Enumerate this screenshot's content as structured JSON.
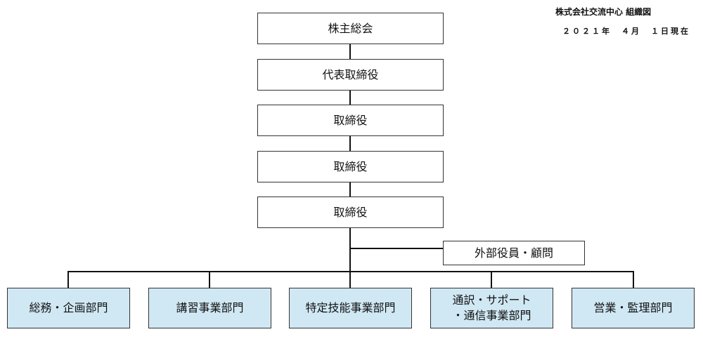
{
  "header": {
    "title": "株式会社交流中心 組織図",
    "date": "２０２１年　４月　１日現在"
  },
  "chain": [
    "株主総会",
    "代表取締役",
    "取締役",
    "取締役",
    "取締役"
  ],
  "advisor": "外部役員・顧問",
  "departments": [
    {
      "line1": "総務・企画部門"
    },
    {
      "line1": "講習事業部門"
    },
    {
      "line1": "特定技能事業部門"
    },
    {
      "line1": "通訳・サポート",
      "line2": "・通信事業部門"
    },
    {
      "line1": "営業・監理部門"
    }
  ],
  "colors": {
    "department_fill": "#d0e8f4",
    "line": "#111111"
  }
}
